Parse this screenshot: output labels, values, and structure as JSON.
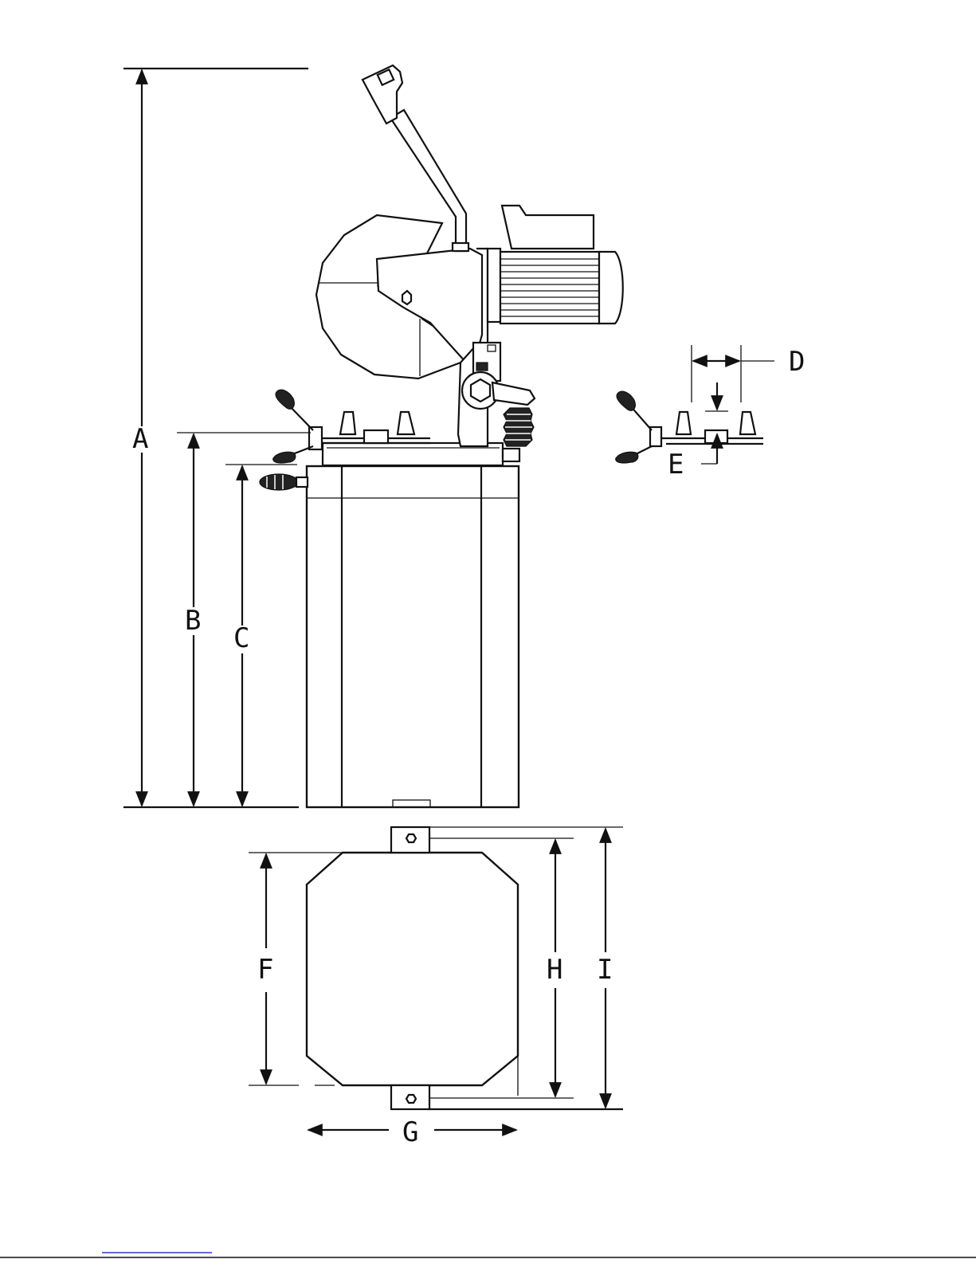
{
  "dimension_labels": {
    "a": "A",
    "b": "B",
    "c": "C",
    "d": "D",
    "e": "E",
    "f": "F",
    "g": "G",
    "h": "H",
    "i": "I"
  },
  "colors": {
    "line": "#111111",
    "background": "#ffffff",
    "footer_link": "#3333cc"
  }
}
